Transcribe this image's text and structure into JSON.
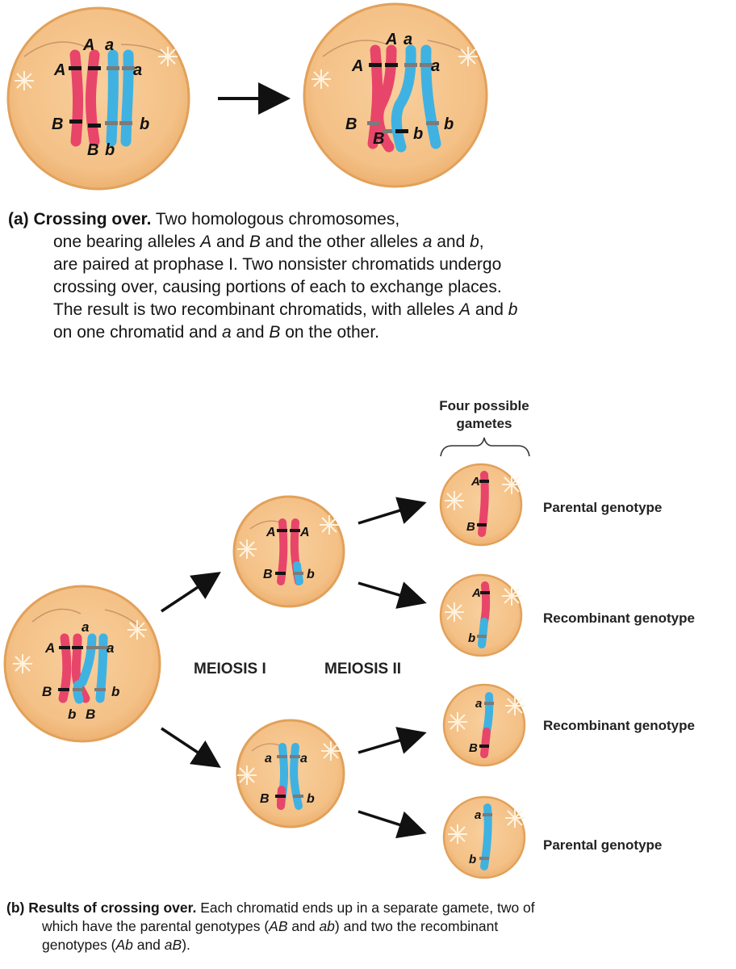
{
  "colors": {
    "cell_fill": "#F4C187",
    "cell_edge": "#E2A15A",
    "maternal": "#E8456A",
    "paternal": "#3FB2E2",
    "locus_dark": "#141414",
    "locus_gray": "#7B7B7B"
  },
  "part_a": {
    "before": {
      "labels": [
        "A",
        "a",
        "A",
        "a",
        "B",
        "b",
        "B",
        "b"
      ]
    },
    "after": {
      "labels": [
        "A",
        "a",
        "A",
        "a",
        "B",
        "B",
        "b",
        "b"
      ]
    },
    "caption": {
      "tag": "(a)",
      "heading": "Crossing over.",
      "l1": "Two homologous chromosomes,",
      "l2a": "one bearing alleles ",
      "l2b": "A",
      "l2c": " and ",
      "l2d": "B",
      "l2e": " and the other alleles ",
      "l2f": "a",
      "l2g": " and ",
      "l2h": "b",
      "l2i": ",",
      "l3": "are paired at prophase I. Two nonsister chromatids undergo",
      "l4": "crossing over, causing portions of each to exchange places.",
      "l5a": "The result is two recombinant chromatids, with alleles ",
      "l5b": "A",
      "l5c": " and ",
      "l5d": "b",
      "l6a": "on one chromatid and ",
      "l6b": "a",
      "l6c": " and ",
      "l6d": "B",
      "l6e": " on the other."
    }
  },
  "part_b": {
    "bracket_label_1": "Four possible",
    "bracket_label_2": "gametes",
    "meiosis_1": "MEIOSIS I",
    "meiosis_2": "MEIOSIS II",
    "start_cell": {
      "labels": [
        "a",
        "A",
        "a",
        "B",
        "b",
        "b",
        "B"
      ]
    },
    "top_cell": {
      "labels": [
        "A",
        "A",
        "B",
        "b"
      ]
    },
    "bottom_cell": {
      "labels": [
        "a",
        "a",
        "B",
        "b"
      ]
    },
    "gametes": [
      {
        "top": "A",
        "bottom": "B",
        "label": "Parental genotype"
      },
      {
        "top": "A",
        "bottom": "b",
        "label": "Recombinant genotype"
      },
      {
        "top": "a",
        "bottom": "B",
        "label": "Recombinant genotype"
      },
      {
        "top": "a",
        "bottom": "b",
        "label": "Parental genotype"
      }
    ],
    "caption": {
      "tag": "(b)",
      "heading": "Results of crossing over.",
      "l1": "Each chromatid ends up in a separate gamete, two of",
      "l2a": "which have the parental genotypes (",
      "l2b": "AB",
      "l2c": " and ",
      "l2d": "ab",
      "l2e": ") and two the recombinant",
      "l3a": "genotypes (",
      "l3b": "Ab",
      "l3c": " and ",
      "l3d": "aB",
      "l3e": ")."
    }
  }
}
